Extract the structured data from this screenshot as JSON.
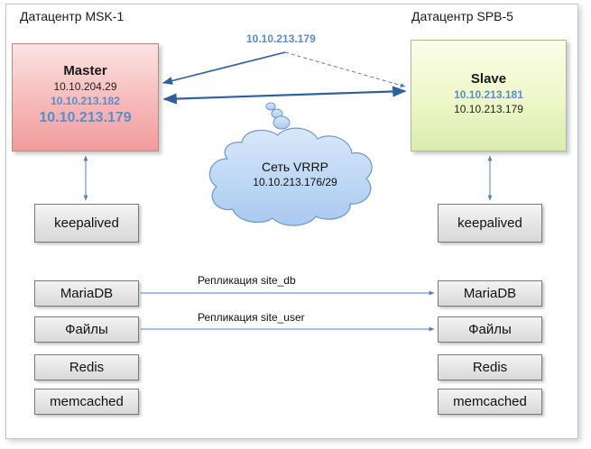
{
  "datacenters": {
    "left": "Датацентр MSK-1",
    "right": "Датацентр SPB-5"
  },
  "vip_label": "10.10.213.179",
  "master": {
    "title": "Master",
    "ip1": "10.10.204.29",
    "ip2": "10.10.213.182",
    "ip3": "10.10.213.179"
  },
  "slave": {
    "title": "Slave",
    "ip1": "10.10.213.181",
    "ip2": "10.10.213.179"
  },
  "cloud": {
    "title": "Сеть VRRP",
    "subnet": "10.10.213.176/29"
  },
  "left_services": {
    "keepalived": "keepalived",
    "mariadb": "MariaDB",
    "files": "Файлы",
    "redis": "Redis",
    "memcached": "memcached"
  },
  "right_services": {
    "keepalived": "keepalived",
    "mariadb": "MariaDB",
    "files": "Файлы",
    "redis": "Redis",
    "memcached": "memcached"
  },
  "replication": {
    "db": "Репликация site_db",
    "user": "Репликация site_user"
  },
  "colors": {
    "accent_blue": "#5b8dc9",
    "arrow_blue": "#2f5f9e",
    "master_fill": "#f6b6b6",
    "slave_fill": "#eef7c8",
    "cloud_fill": "#b9d5f3"
  }
}
